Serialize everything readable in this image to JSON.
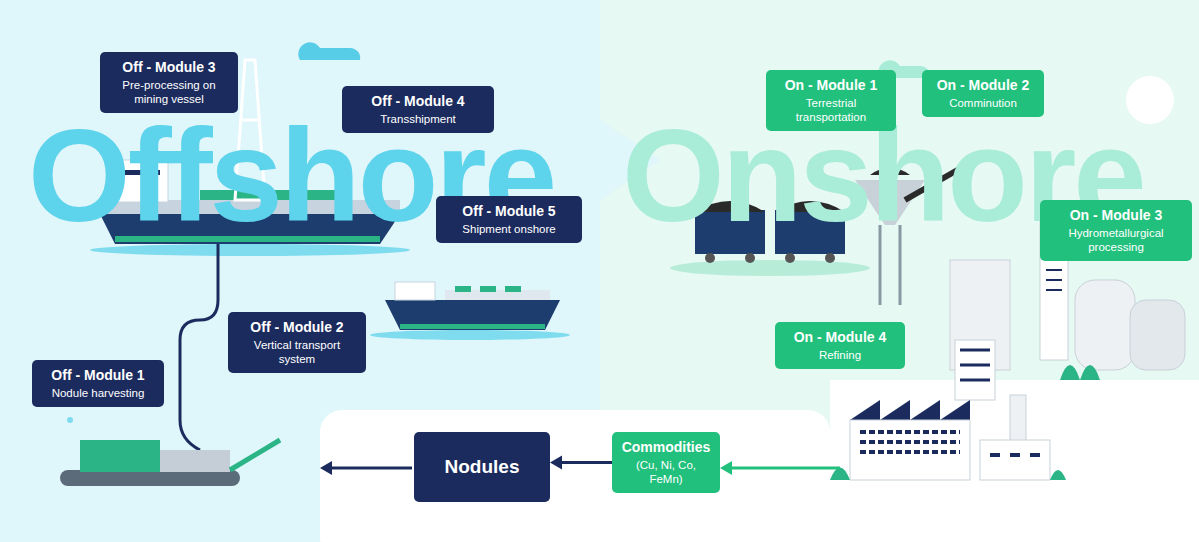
{
  "diagram": {
    "nodes": [
      {
        "text": [
          "Off - Module 3",
          "Pre-processing on mining vessel"
        ]
      },
      {
        "text": [
          "Off - Module 4",
          "Transshipment"
        ]
      },
      {
        "text": [
          "Off - Module 5",
          "Shipment onshore"
        ]
      },
      {
        "text": [
          "Off - Module 2",
          "Vertical transport system"
        ]
      },
      {
        "text": [
          "Off - Module 1",
          "Nodule harvesting"
        ]
      },
      {
        "text": [
          "Nodules"
        ]
      },
      {
        "text": [
          "Commodities",
          "(Cu, Ni, Co, FeMn)"
        ]
      },
      {
        "text": [
          "On - Module 1",
          "Terrestrial transportation"
        ]
      },
      {
        "text": [
          "On - Module 2",
          "Comminution"
        ]
      },
      {
        "text": [
          "On - Module 3",
          "Hydrometallurgical processing"
        ]
      },
      {
        "text": [
          "On - Module 4",
          "Refining"
        ]
      }
    ],
    "edges": [
      {
        "from": 6,
        "to": 5,
        "arrow": "to"
      }
    ],
    "labels": [
      "Offshore",
      "Onshore"
    ]
  }
}
